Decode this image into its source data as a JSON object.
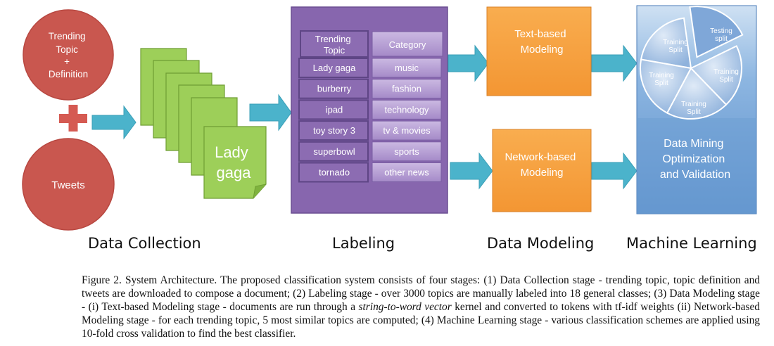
{
  "data_collection": {
    "trending_lines": [
      "Trending",
      "Topic",
      "+",
      "Definition"
    ],
    "tweets": "Tweets",
    "document_lines": [
      "Lady",
      "gaga"
    ],
    "stage_label": "Data Collection"
  },
  "labeling": {
    "header_topic_lines": [
      "Trending",
      "Topic"
    ],
    "header_category": "Category",
    "rows": [
      {
        "topic": "Lady gaga",
        "category": "music"
      },
      {
        "topic": "burberry",
        "category": "fashion"
      },
      {
        "topic": "ipad",
        "category": "technology"
      },
      {
        "topic": "toy story 3",
        "category": "tv & movies"
      },
      {
        "topic": "superbowl",
        "category": "sports"
      },
      {
        "topic": "tornado",
        "category": "other news"
      }
    ],
    "stage_label": "Labeling"
  },
  "data_modeling": {
    "text_lines": [
      "Text-based",
      "Modeling"
    ],
    "network_lines": [
      "Network-based",
      "Modeling"
    ],
    "stage_label": "Data Modeling"
  },
  "machine_learning": {
    "pie_slices": [
      {
        "lines": [
          "Training",
          "Split"
        ]
      },
      {
        "lines": [
          "Testing",
          "split"
        ]
      },
      {
        "lines": [
          "Training",
          "Split"
        ]
      },
      {
        "lines": [
          "Training",
          "Split"
        ]
      },
      {
        "lines": [
          "Training",
          "Split"
        ]
      }
    ],
    "box_lines": [
      "Data Mining",
      "Optimization",
      "and Validation"
    ],
    "stage_label": "Machine Learning"
  },
  "caption": {
    "prefix": "Figure 2.    System Architecture. The proposed classification system consists of four stages: (1) Data Collection stage - trending topic, topic definition and tweets are downloaded to compose a document; (2) Labeling stage - over 3000 topics are manually labeled into 18 general classes; (3) Data Modeling stage - (i) Text-based Modeling stage - documents are run through a ",
    "italic": "string-to-word vector",
    "suffix": " kernel and converted to tokens with tf-idf weights (ii) Network-based Modeling stage - for each trending topic, 5 most similar topics are computed; (4) Machine Learning stage - various classification schemes are applied using 10-fold cross validation to find the best classifier."
  },
  "colors": {
    "red_circle": "#c9574f",
    "red_plus": "#d55a52",
    "arrow": "#4bb3cb",
    "doc_green": "#9dcf59",
    "label_purple": "#8766ae",
    "label_cell": "#8c6cb2",
    "label_cell_light": "#b8a2d4",
    "model_orange": "#f7a13f",
    "ml_blue": "#6d9ed3",
    "pie_blue": "#a5c4e6"
  }
}
